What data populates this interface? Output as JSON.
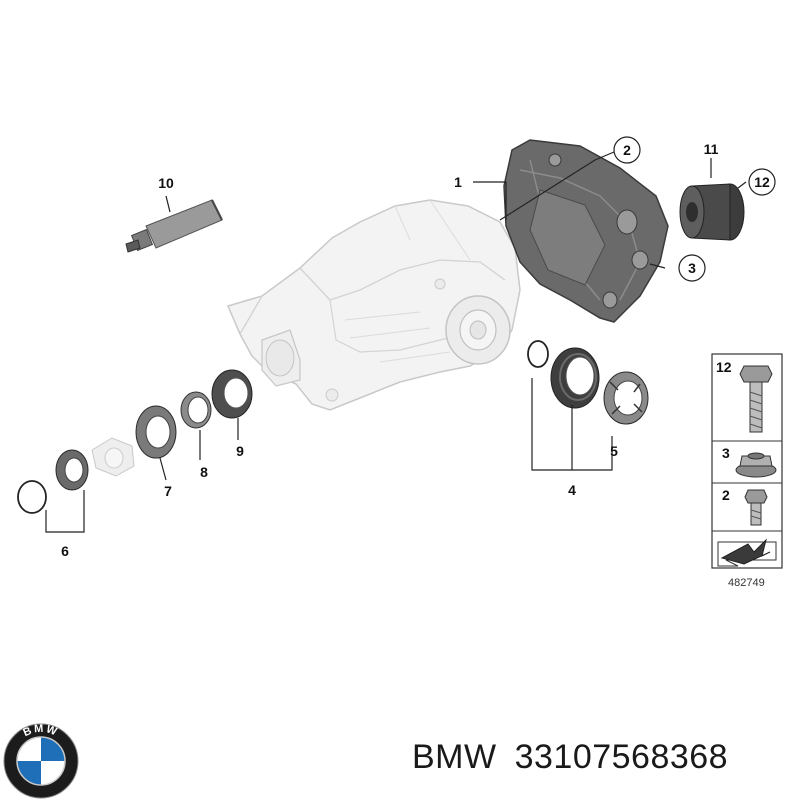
{
  "diagram": {
    "callouts": {
      "c1": "1",
      "c2": "2",
      "c3": "3",
      "c4": "4",
      "c5": "5",
      "c6": "6",
      "c7": "7",
      "c8": "8",
      "c9": "9",
      "c10": "10",
      "c11": "11",
      "c12": "12"
    },
    "legend": {
      "row12": "12",
      "row3": "3",
      "row2": "2"
    },
    "diagram_number": "482749"
  },
  "logo": {
    "lettering": "BMW",
    "colors": {
      "ring": "#1c1c1c",
      "blue": "#1f6fb8",
      "white": "#ffffff"
    }
  },
  "caption": {
    "brand": "BMW",
    "part_number": "33107568368"
  },
  "colors": {
    "part_fill": "#f2f2f2",
    "part_stroke": "#c8c8c8",
    "dark_part": "#5a5a5a",
    "line": "#222222"
  }
}
